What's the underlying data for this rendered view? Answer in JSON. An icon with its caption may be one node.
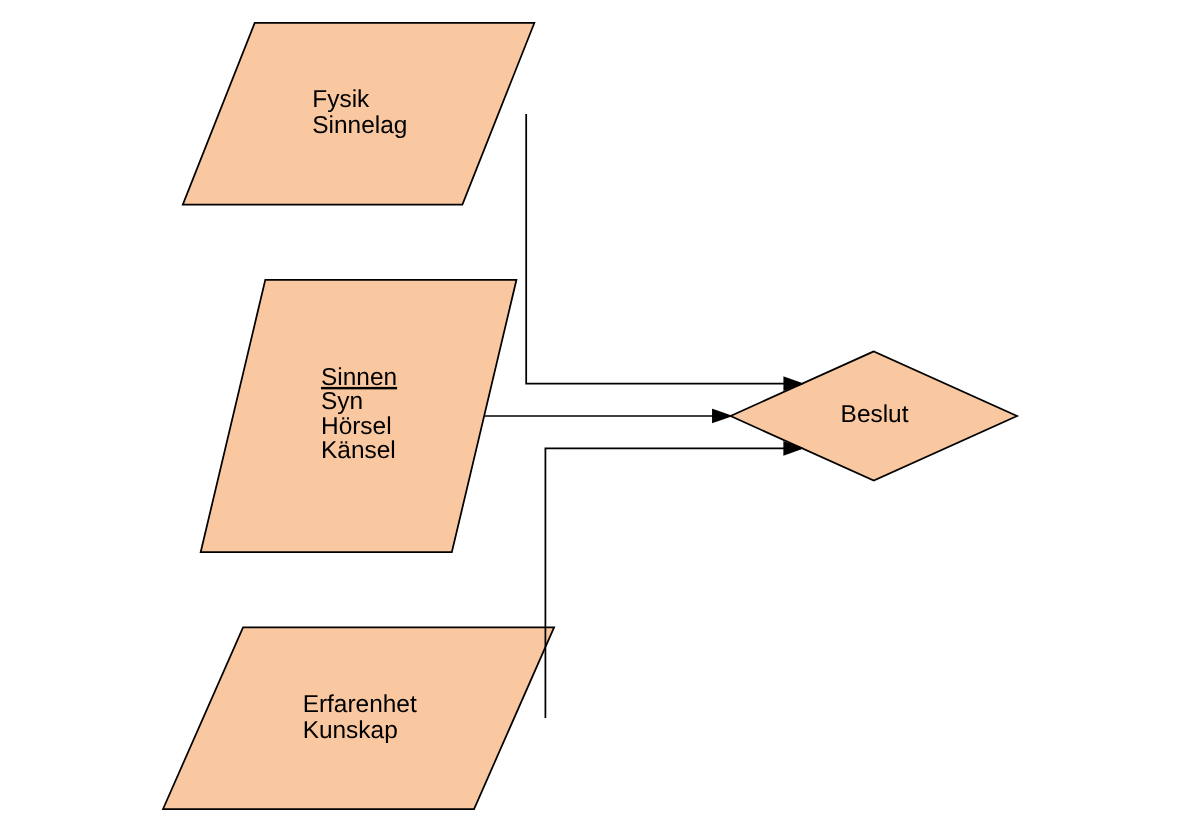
{
  "diagram": {
    "nodes": [
      {
        "text": [
          "Fysik Sinnelag"
        ]
      },
      {
        "text": [
          "Sinnen",
          "Syn Hörsel Känsel"
        ]
      },
      {
        "text": [
          "Erfarenhet Kunskap"
        ]
      },
      {
        "text": [
          "Beslut"
        ]
      }
    ],
    "edges": [
      {
        "from": 0,
        "to": 3,
        "arrow": "to"
      },
      {
        "from": 1,
        "to": 3,
        "arrow": "to"
      },
      {
        "from": 2,
        "to": 3,
        "arrow": "to"
      }
    ]
  }
}
